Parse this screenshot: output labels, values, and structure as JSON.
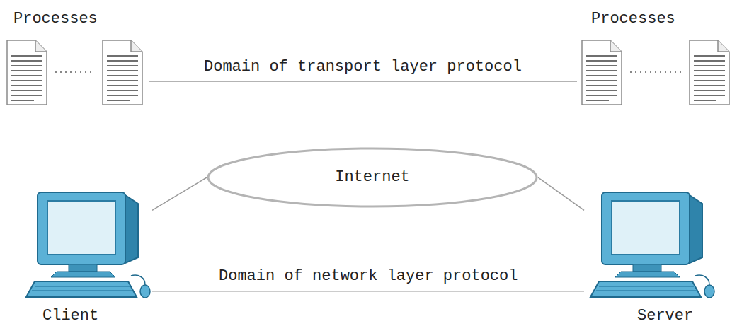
{
  "diagram": {
    "nodes": [
      {
        "text": [
          "Processes"
        ]
      },
      {
        "text": [
          "Processes"
        ]
      },
      {
        "text": [
          "Client"
        ]
      },
      {
        "text": [
          "Internet"
        ]
      },
      {
        "text": [
          "Server"
        ]
      }
    ],
    "edges": [
      {
        "from": 0,
        "to": 1,
        "arrow": "none",
        "label": "Domain of transport layer protocol"
      },
      {
        "from": 2,
        "to": 3,
        "arrow": "none"
      },
      {
        "from": 3,
        "to": 4,
        "arrow": "none"
      },
      {
        "from": 2,
        "to": 4,
        "arrow": "none",
        "label": "Domain of network layer protocol"
      }
    ]
  }
}
